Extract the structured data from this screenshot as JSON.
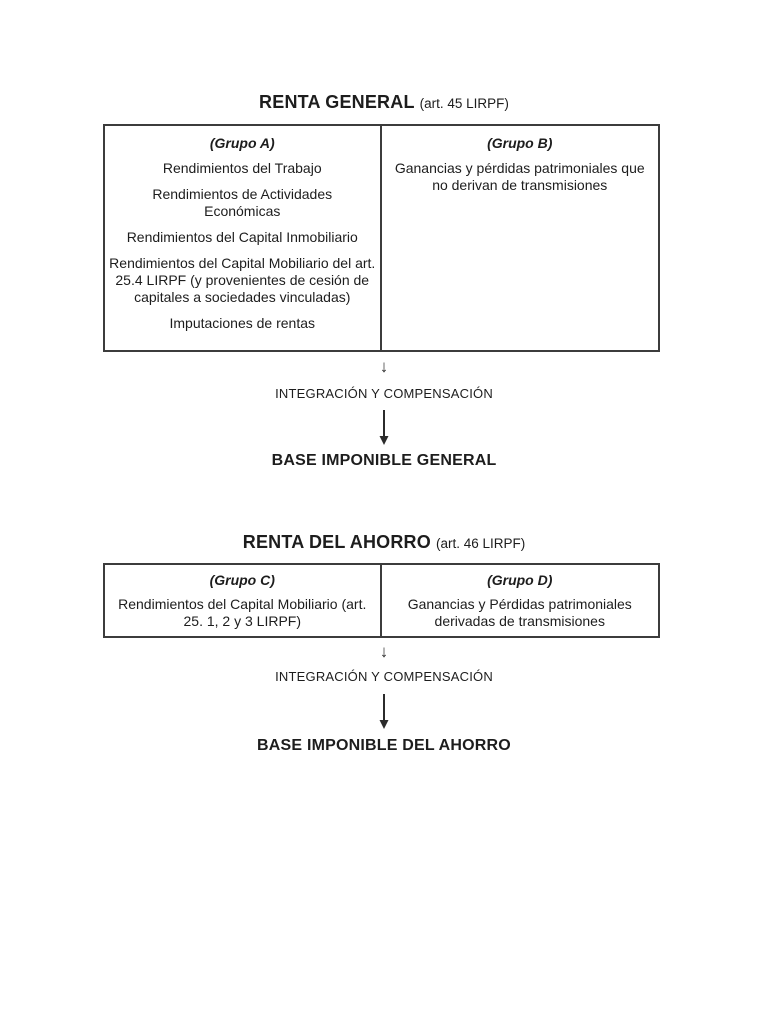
{
  "page": {
    "background_color": "#ffffff",
    "text_color": "#1d1d1d",
    "border_color": "#3c3c3c"
  },
  "sections": [
    {
      "title": "RENTA GENERAL",
      "title_suffix": "(art. 45 LIRPF)",
      "table": {
        "columns": [
          {
            "header": "(Grupo A)",
            "items": [
              "Rendimientos del Trabajo",
              "Rendimientos de Actividades Económicas",
              "Rendimientos del Capital Inmobiliario",
              "Rendimientos del Capital Mobiliario del art. 25.4 LIRPF (y provenientes de cesión de capitales a sociedades vinculadas)",
              "Imputaciones de rentas"
            ]
          },
          {
            "header": "(Grupo B)",
            "items": [
              "Ganancias y pérdidas patrimoniales que no derivan de transmisiones"
            ]
          }
        ]
      },
      "flow": {
        "arrow_small": "↓",
        "integration_label": "INTEGRACIÓN Y COMPENSACIÓN",
        "result_label": "BASE IMPONIBLE GENERAL"
      }
    },
    {
      "title": "RENTA DEL AHORRO",
      "title_suffix": "(art. 46 LIRPF)",
      "table": {
        "columns": [
          {
            "header": "(Grupo C)",
            "items": [
              "Rendimientos del Capital Mobiliario (art. 25. 1, 2 y 3 LIRPF)"
            ]
          },
          {
            "header": "(Grupo D)",
            "items": [
              "Ganancias y Pérdidas patrimoniales derivadas de transmisiones"
            ]
          }
        ]
      },
      "flow": {
        "arrow_small": "↓",
        "integration_label": "INTEGRACIÓN Y COMPENSACIÓN",
        "result_label": "BASE IMPONIBLE DEL AHORRO"
      }
    }
  ]
}
